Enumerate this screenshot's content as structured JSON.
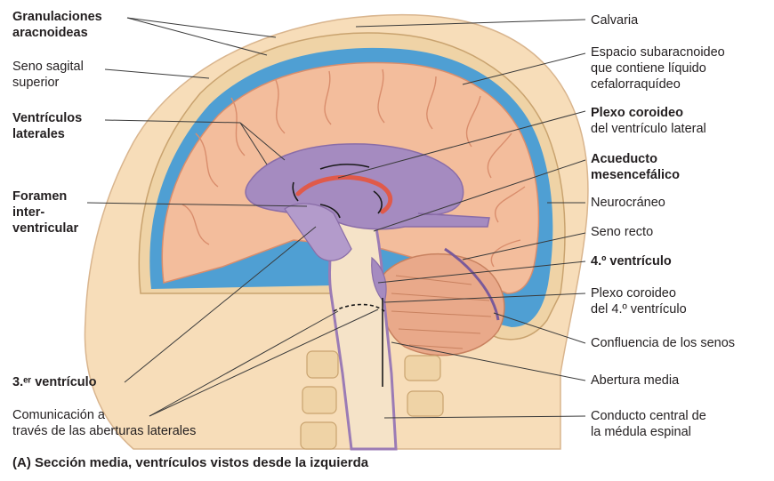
{
  "left_labels": {
    "granulaciones_l1": "Granulaciones",
    "granulaciones_l2": "aracnoideas",
    "seno_sagital_l1": "Seno sagital",
    "seno_sagital_l2": "superior",
    "ventriculos_laterales_l1": "Ventrículos",
    "ventriculos_laterales_l2": "laterales",
    "foramen_l1": "Foramen",
    "foramen_l2": "inter-",
    "foramen_l3": "ventricular",
    "tercer_ventriculo": "3.ᵉʳ ventrículo",
    "comunicacion_l1": "Comunicación a",
    "comunicacion_l2": "través de las aberturas laterales"
  },
  "right_labels": {
    "calvaria": "Calvaria",
    "espacio_l1": "Espacio subaracnoideo",
    "espacio_l2": "que contiene líquido",
    "espacio_l3": "cefalorraquídeo",
    "plexo_lateral_l1": "Plexo coroideo",
    "plexo_lateral_l2": "del ventrículo lateral",
    "acueducto_l1": "Acueducto",
    "acueducto_l2": "mesencefálico",
    "neurocraneo": "Neurocráneo",
    "seno_recto": "Seno recto",
    "cuarto_ventriculo": "4.º ventrículo",
    "plexo_cuarto_l1": "Plexo coroideo",
    "plexo_cuarto_l2": "del 4.º ventrículo",
    "confluencia": "Confluencia de los senos",
    "abertura_media": "Abertura media",
    "conducto_l1": "Conducto central de",
    "conducto_l2": "la médula espinal"
  },
  "caption": "(A) Sección media, ventrículos vistos desde la izquierda",
  "colors": {
    "skin": "#f7ddb9",
    "bone": "#efd3a6",
    "csf": "#4f9fd3",
    "brain": "#f3bd9c",
    "gyri_line": "#d98d6c",
    "ventricle": "#a58bc0",
    "ventricle_dark": "#8a6da8",
    "choroid": "#e05a4a",
    "leader": "#3a3a3a"
  }
}
